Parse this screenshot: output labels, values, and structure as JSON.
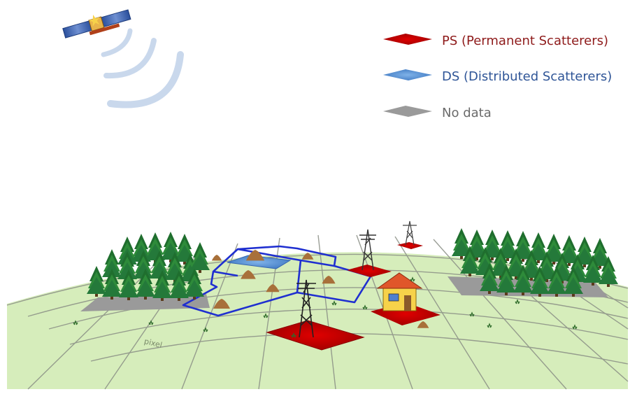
{
  "legend": {
    "items": [
      {
        "key": "ps",
        "label": "PS   (Permanent Scatterers)",
        "color": "#c00000"
      },
      {
        "key": "ds",
        "label": "DS  (Distributed Scatterers)",
        "color": "#5b9bd5"
      },
      {
        "key": "nd",
        "label": "No data",
        "color": "#8c8c8c"
      }
    ]
  },
  "ground": {
    "pixel_label": "pixel",
    "ground_color": "#d6edbb",
    "grid_color": "#8a8f85",
    "region_outline_color": "#1f2fd0"
  },
  "satellite": {
    "icon": "satellite-icon",
    "wave_color": "#c9d8ec"
  }
}
